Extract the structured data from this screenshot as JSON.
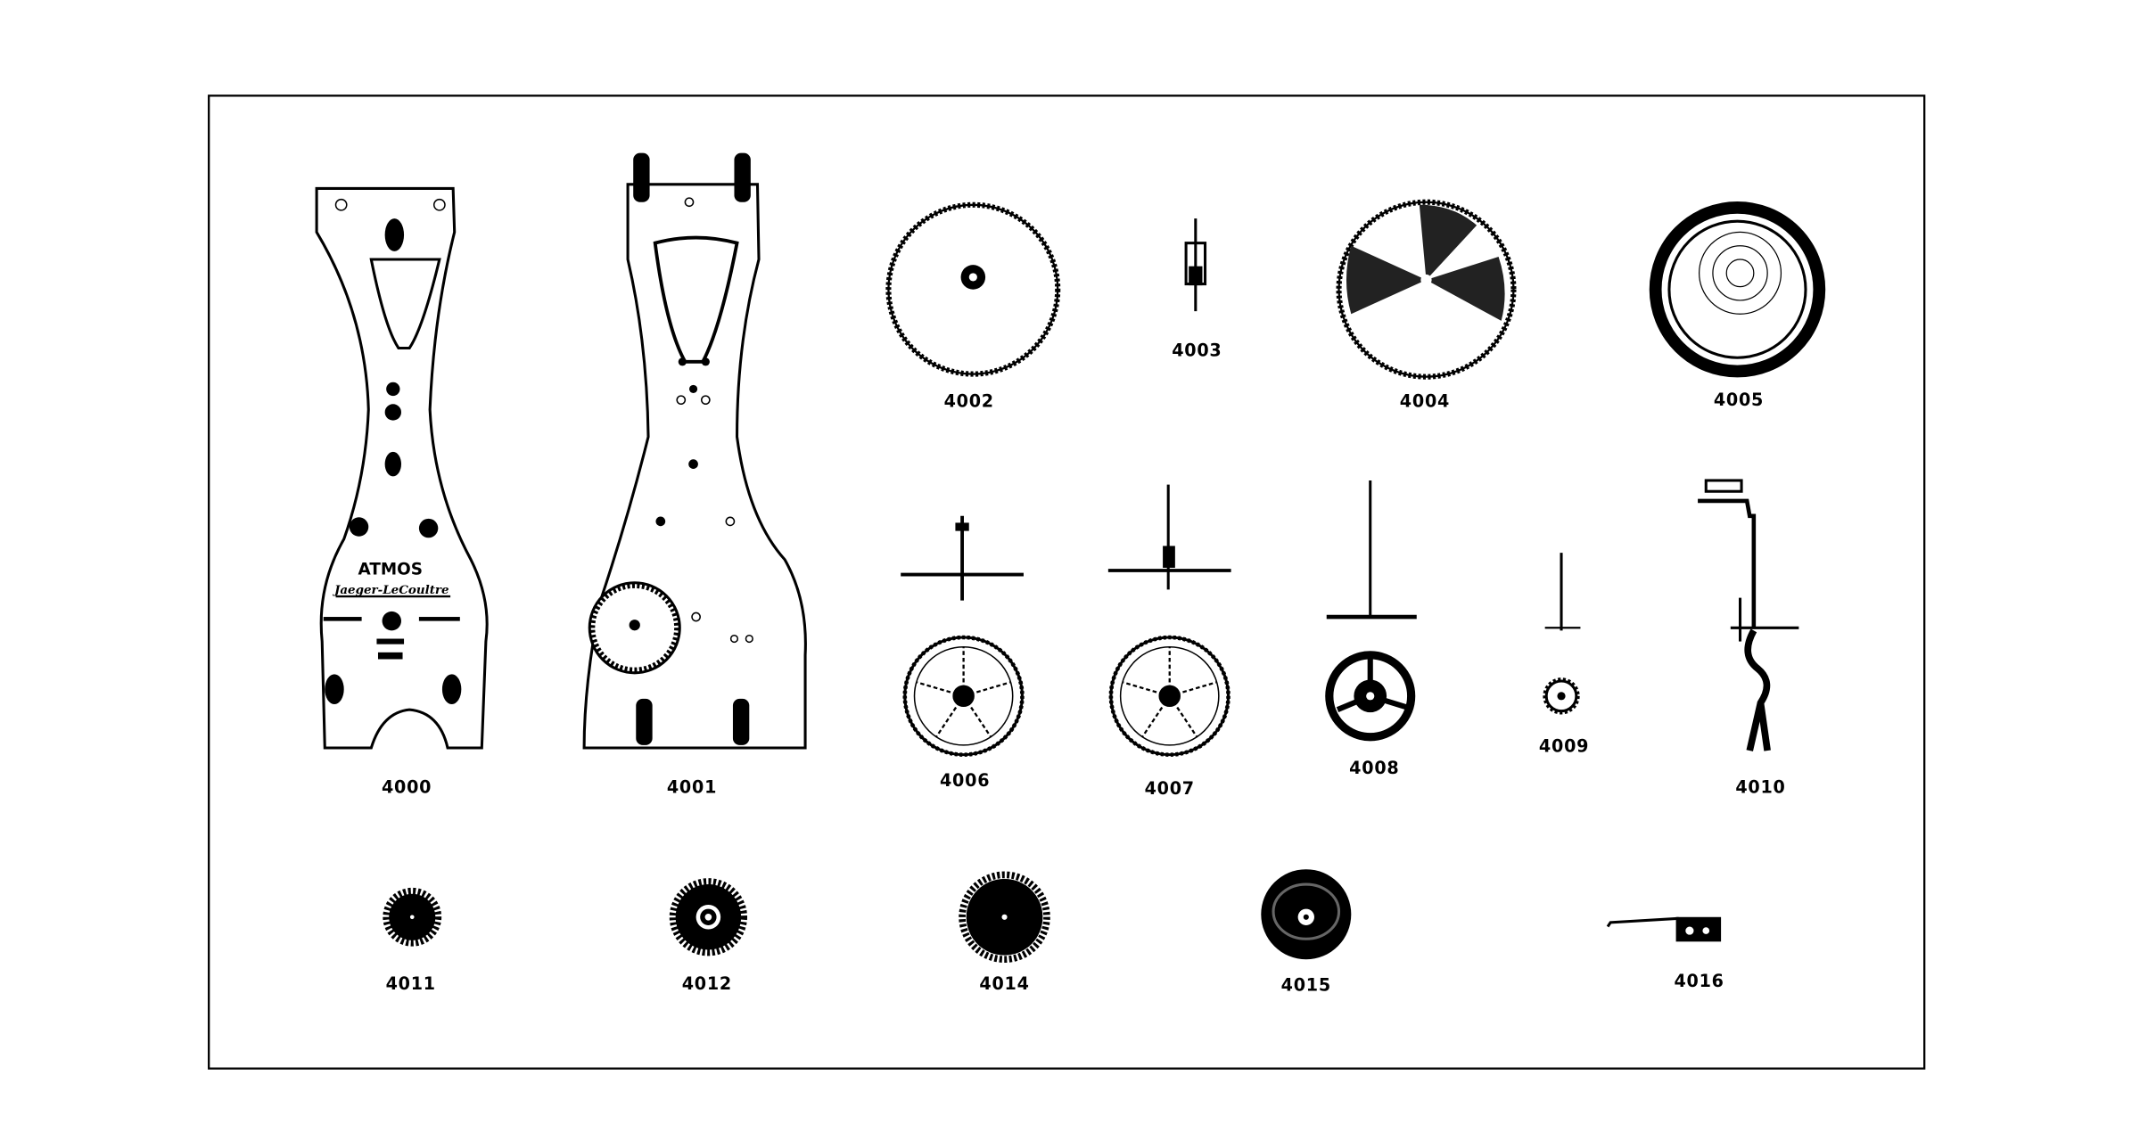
{
  "plate_text": {
    "brand": "ATMOS",
    "maker": "Jaeger-LeCoultre"
  },
  "parts": [
    {
      "id": "4000",
      "kind": "front plate"
    },
    {
      "id": "4001",
      "kind": "back plate"
    },
    {
      "id": "4002",
      "kind": "wheel"
    },
    {
      "id": "4003",
      "kind": "pinion"
    },
    {
      "id": "4004",
      "kind": "wheel"
    },
    {
      "id": "4005",
      "kind": "barrel"
    },
    {
      "id": "4006",
      "kind": "wheel with arbor"
    },
    {
      "id": "4007",
      "kind": "wheel with arbor"
    },
    {
      "id": "4008",
      "kind": "wheel with arbor"
    },
    {
      "id": "4009",
      "kind": "small wheel with arbor"
    },
    {
      "id": "4010",
      "kind": "lever assembly"
    },
    {
      "id": "4011",
      "kind": "gear"
    },
    {
      "id": "4012",
      "kind": "gear"
    },
    {
      "id": "4014",
      "kind": "gear"
    },
    {
      "id": "4015",
      "kind": "gear"
    },
    {
      "id": "4016",
      "kind": "spring lever"
    }
  ]
}
